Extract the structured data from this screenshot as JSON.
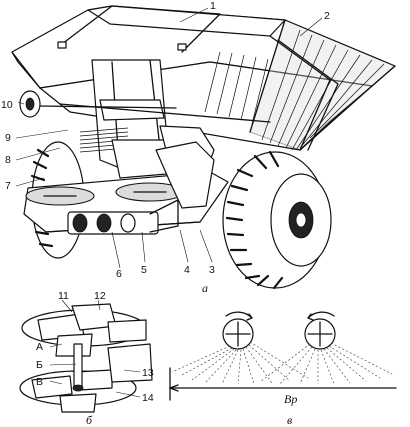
{
  "figure": {
    "parts": {
      "p1": "1",
      "p2": "2",
      "p3": "3",
      "p4": "4",
      "p5": "5",
      "p6": "6",
      "p7": "7",
      "p8": "8",
      "p9": "9",
      "p10": "10",
      "p11": "11",
      "p12": "12",
      "p13": "13",
      "p14": "14"
    },
    "zones": {
      "A": "А",
      "B": "Б",
      "V": "В"
    },
    "subfigures": {
      "a": "а",
      "b": "б",
      "v": "в"
    },
    "spread_width_label": "Вр"
  }
}
